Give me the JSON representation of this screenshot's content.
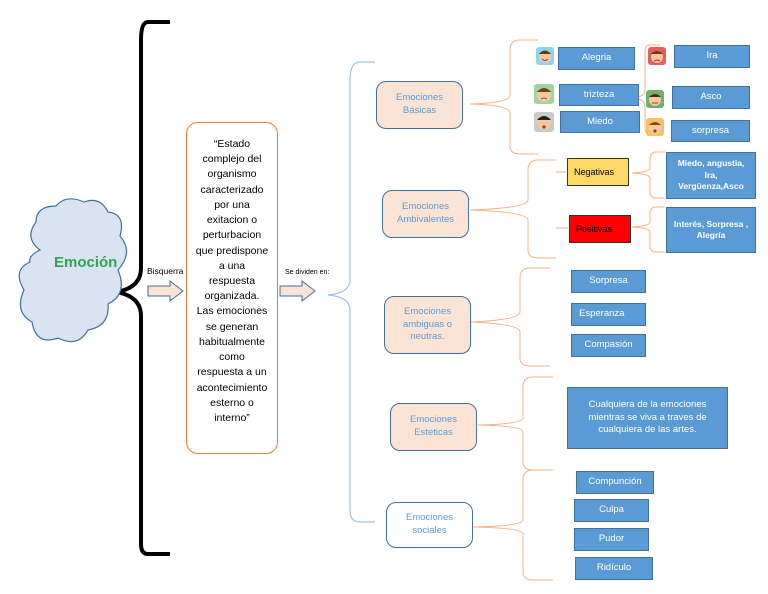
{
  "root": {
    "label": "Emoción",
    "color": "#2ca84a"
  },
  "arrows": {
    "left_label": "Bisquerra",
    "right_label": "Se dividen en:"
  },
  "definition": "“Estado complejo del organismo caracterizado por una exitacion o perturbacion que predispone a una respuesta organizada. Las emociones se generan habitualmente como respuesta a un acontecimiento esterno o interno”",
  "categories": [
    {
      "label": "Emociones Básicas"
    },
    {
      "label": "Emociones Ambivalentes"
    },
    {
      "label": "Emociones ambiguas o neutras."
    },
    {
      "label": "Emociones Esteticas"
    },
    {
      "label": "Emociones sociales"
    }
  ],
  "basic": {
    "items": [
      {
        "label": "Alegria",
        "icon": "happy-face-icon"
      },
      {
        "label": "Ira",
        "icon": "angry-face-icon"
      },
      {
        "label": "trizteza",
        "icon": "sad-face-icon"
      },
      {
        "label": "Asco",
        "icon": "disgust-face-icon"
      },
      {
        "label": "Miedo",
        "icon": "scared-face-icon"
      },
      {
        "label": "sorpresa",
        "icon": "surprised-face-icon"
      }
    ]
  },
  "ambivalent": {
    "negative": {
      "label": "Negativas",
      "color": "#ffd966",
      "examples": "Miedo, angustia, Ira, Vergüenza,Asco"
    },
    "positive": {
      "label": "Positivas",
      "color": "#ff0000",
      "examples": "Interés, Sorpresa , Alegría"
    }
  },
  "neutral": {
    "items": [
      "Sorpresa",
      "Esperanza",
      "Compasión"
    ]
  },
  "aesthetic": {
    "description": "Cualquiera de la emociones mientras se viva a traves de cualquiera de las artes."
  },
  "social": {
    "items": [
      "Compunción",
      "Culpa",
      "Pudor",
      "Ridículo"
    ]
  },
  "colors": {
    "leaf": "#5b9bd5",
    "category_fill": "#fbe3d6",
    "bracket": "#f4b183"
  }
}
